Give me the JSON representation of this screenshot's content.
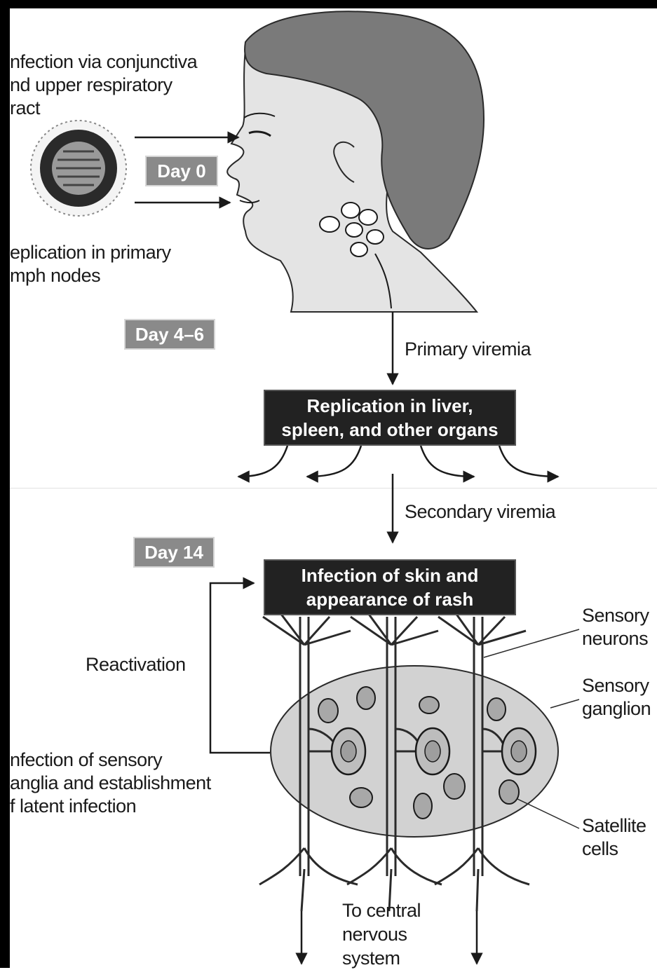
{
  "labels": {
    "infection_route": "nfection via conjunctiva\nnd upper respiratory\nract",
    "replication_primary": "eplication in primary\nmph nodes",
    "primary_viremia": "Primary viremia",
    "secondary_viremia": "Secondary viremia",
    "reactivation": "Reactivation",
    "latent_infection": "nfection of sensory\nanglia and establishment\nf latent infection",
    "sensory_neurons": "Sensory\nneurons",
    "sensory_ganglion": "Sensory\nganglion",
    "satellite_cells": "Satellite\ncells",
    "to_cns": "To central\nnervous\nsystem"
  },
  "day_tags": {
    "day0": "Day 0",
    "day4_6": "Day 4–6",
    "day14": "Day 14"
  },
  "boxes": {
    "organ_replication": "Replication in liver,\nspleen, and other organs",
    "skin_infection": "Infection of skin and\nappearance of rash"
  },
  "colors": {
    "frame": "#000000",
    "tag_fill": "#8a8a8a",
    "box_fill": "#222222",
    "skin": "#e4e4e4",
    "hair": "#7a7a7a",
    "ganglion": "#d2d2d2"
  }
}
